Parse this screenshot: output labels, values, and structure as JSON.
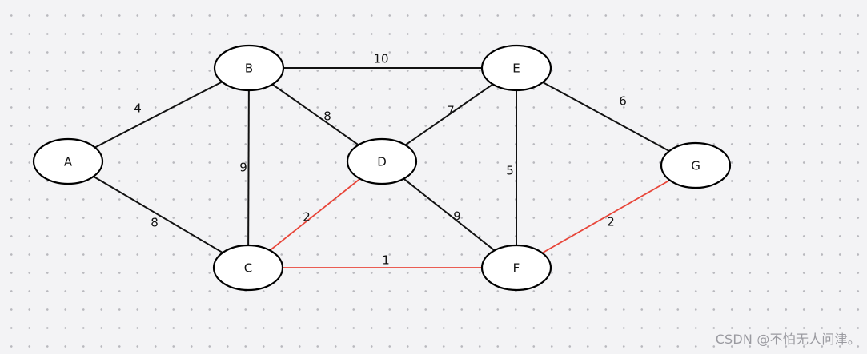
{
  "graph": {
    "nodes": [
      {
        "id": "A",
        "label": "A"
      },
      {
        "id": "B",
        "label": "B"
      },
      {
        "id": "C",
        "label": "C"
      },
      {
        "id": "D",
        "label": "D"
      },
      {
        "id": "E",
        "label": "E"
      },
      {
        "id": "F",
        "label": "F"
      },
      {
        "id": "G",
        "label": "G"
      }
    ],
    "edges": [
      {
        "from": "A",
        "to": "B",
        "weight": "4",
        "highlighted": false
      },
      {
        "from": "A",
        "to": "C",
        "weight": "8",
        "highlighted": false
      },
      {
        "from": "B",
        "to": "C",
        "weight": "9",
        "highlighted": false
      },
      {
        "from": "B",
        "to": "D",
        "weight": "8",
        "highlighted": false
      },
      {
        "from": "B",
        "to": "E",
        "weight": "10",
        "highlighted": false
      },
      {
        "from": "C",
        "to": "D",
        "weight": "2",
        "highlighted": true
      },
      {
        "from": "C",
        "to": "F",
        "weight": "1",
        "highlighted": true
      },
      {
        "from": "D",
        "to": "E",
        "weight": "7",
        "highlighted": false
      },
      {
        "from": "D",
        "to": "F",
        "weight": "9",
        "highlighted": false
      },
      {
        "from": "E",
        "to": "F",
        "weight": "5",
        "highlighted": false
      },
      {
        "from": "E",
        "to": "G",
        "weight": "6",
        "highlighted": false
      },
      {
        "from": "F",
        "to": "G",
        "weight": "2",
        "highlighted": true
      }
    ]
  },
  "colors": {
    "edge_default": "#111111",
    "edge_highlighted": "#e8463a",
    "node_fill": "#ffffff",
    "node_stroke": "#000000",
    "background": "#f3f3f5"
  },
  "watermark": "CSDN @不怕无人问津。"
}
